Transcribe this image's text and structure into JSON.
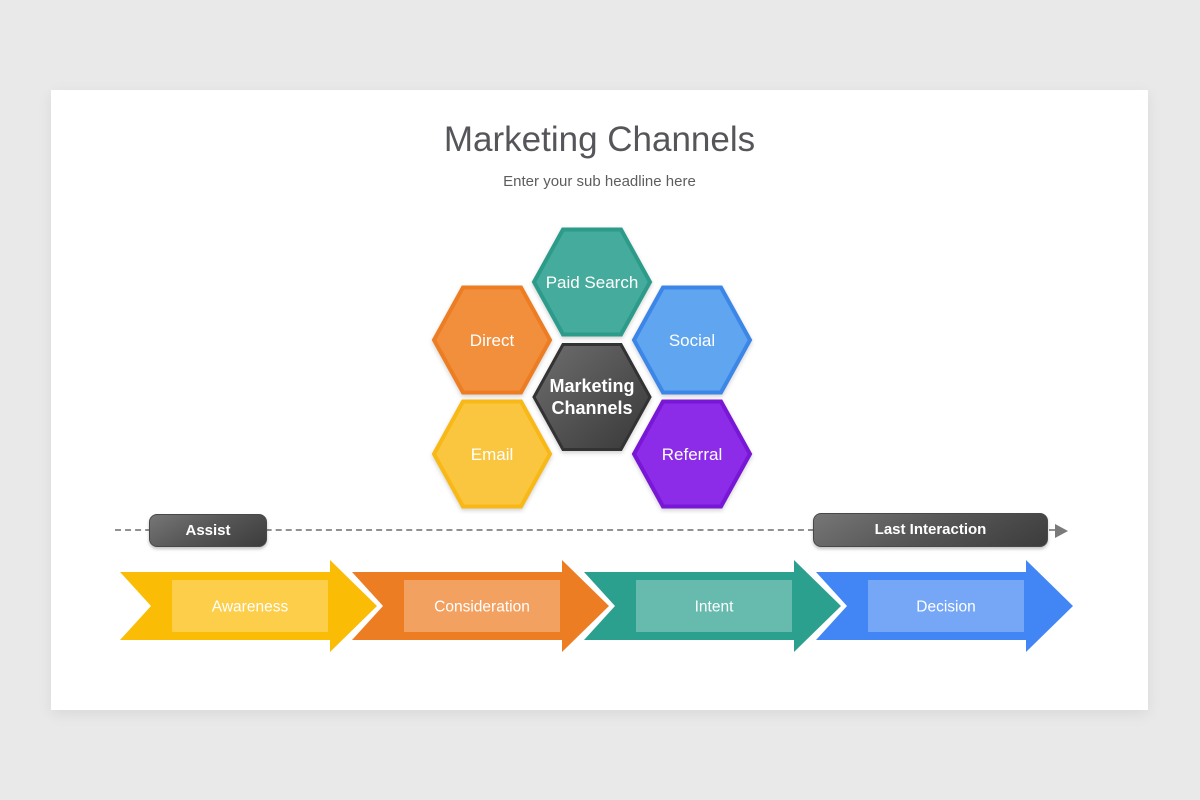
{
  "slide": {
    "title": "Marketing Channels",
    "subtitle": "Enter your sub headline here"
  },
  "hexagons": {
    "center": {
      "line1": "Marketing",
      "line2": "Channels",
      "fill_top": "#6E6E6E",
      "fill_bottom": "#383838",
      "stroke": "#333333"
    },
    "items": [
      {
        "label": "Paid Search",
        "fill": "#45AB9C",
        "stroke": "#2D9B8A"
      },
      {
        "label": "Direct",
        "fill": "#F18F3C",
        "stroke": "#ED7D23"
      },
      {
        "label": "Social",
        "fill": "#5FA5F0",
        "stroke": "#3C86E8"
      },
      {
        "label": "Email",
        "fill": "#FBC63F",
        "stroke": "#F8B816"
      },
      {
        "label": "Referral",
        "fill": "#8C2BE8",
        "stroke": "#7817D6"
      }
    ]
  },
  "timeline": {
    "left_label": "Assist",
    "right_label": "Last Interaction",
    "line_color": "#919191"
  },
  "funnel_stages": [
    {
      "label": "Awareness",
      "color": "#FBBC05"
    },
    {
      "label": "Consideration",
      "color": "#ED7D23"
    },
    {
      "label": "Intent",
      "color": "#2BA08F"
    },
    {
      "label": "Decision",
      "color": "#4285F4"
    }
  ]
}
